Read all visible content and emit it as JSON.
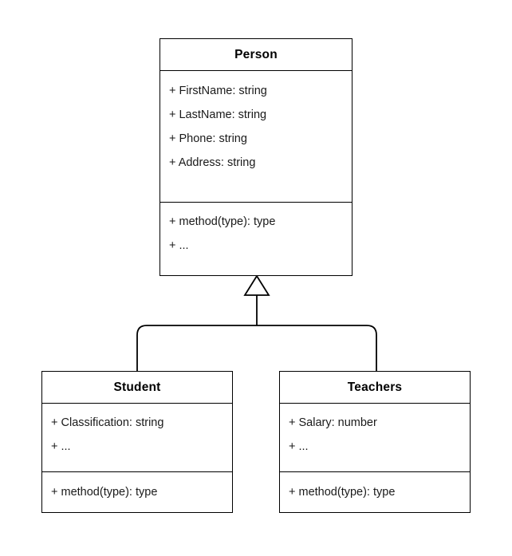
{
  "diagram": {
    "type": "uml-class-diagram",
    "title": "",
    "background_color": "#ffffff",
    "line_color": "#000000",
    "text_color": "#000000",
    "relationship": {
      "kind": "generalization",
      "arrow": "hollow-triangle",
      "parent": "Person",
      "children": [
        "Student",
        "Teachers"
      ]
    },
    "classes": [
      {
        "id": "person",
        "name": "Person",
        "attributes": [
          "+ FirstName: string",
          "+ LastName: string",
          "+ Phone: string",
          "+ Address: string"
        ],
        "methods": [
          "+ method(type): type",
          "+ ..."
        ]
      },
      {
        "id": "student",
        "name": "Student",
        "attributes": [
          "+ Classification: string",
          "+ ..."
        ],
        "methods": [
          "+ method(type): type"
        ]
      },
      {
        "id": "teachers",
        "name": "Teachers",
        "attributes": [
          "+ Salary: number",
          "+ ..."
        ],
        "methods": [
          "+ method(type): type"
        ]
      }
    ]
  }
}
